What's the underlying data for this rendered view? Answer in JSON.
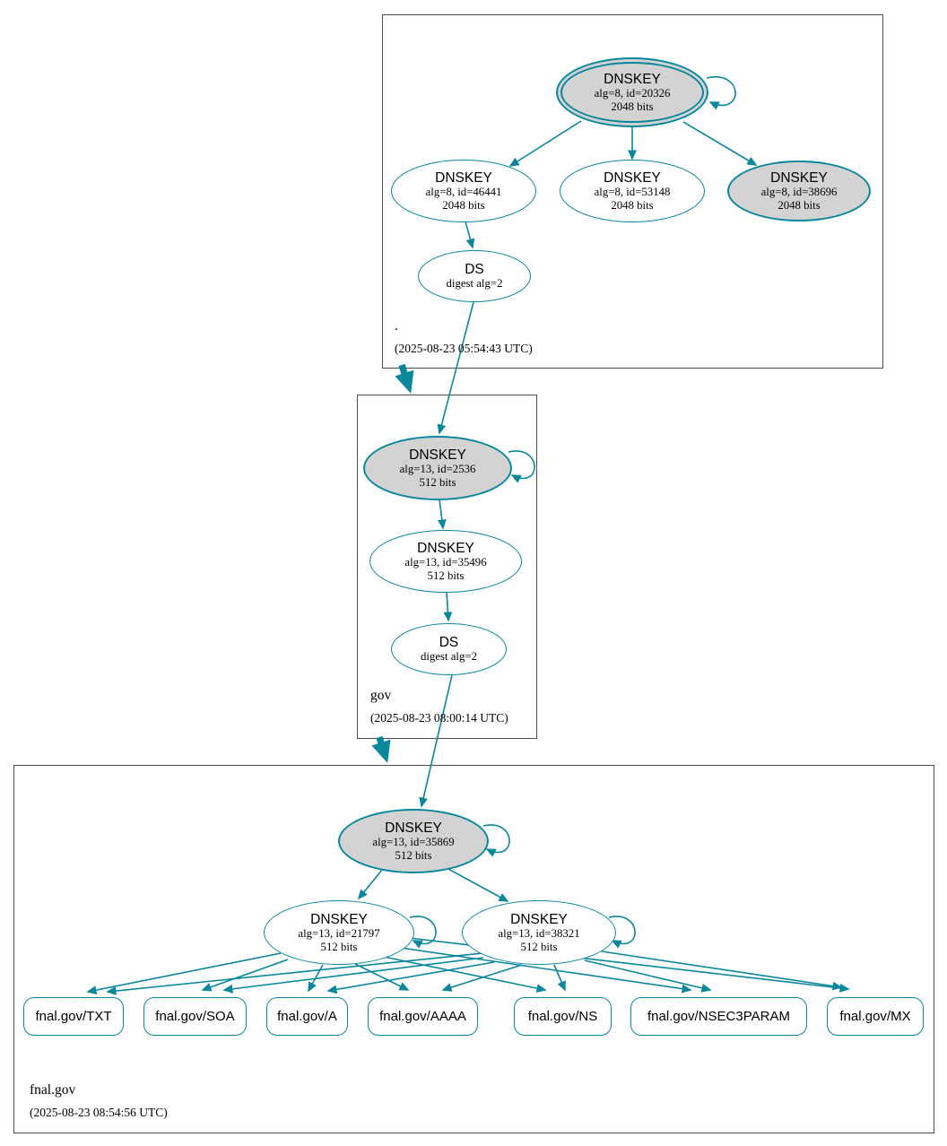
{
  "diagram": {
    "type": "dnssec-authentication-chain",
    "colors": {
      "edge_secure": "#0a879a",
      "node_fill_sep": "#d3d3d3",
      "node_fill": "#ffffff",
      "zone_box_border": "#4d4d4d"
    }
  },
  "zones": {
    "root": {
      "name": ".",
      "timestamp": "(2025-08-23 05:54:43 UTC)",
      "nodes": {
        "ksk": {
          "label": "DNSKEY",
          "detail": "alg=8, id=20326",
          "bits": "2048 bits"
        },
        "zsk1": {
          "label": "DNSKEY",
          "detail": "alg=8, id=46441",
          "bits": "2048 bits"
        },
        "zsk2": {
          "label": "DNSKEY",
          "detail": "alg=8, id=53148",
          "bits": "2048 bits"
        },
        "ksk2": {
          "label": "DNSKEY",
          "detail": "alg=8, id=38696",
          "bits": "2048 bits"
        },
        "ds": {
          "label": "DS",
          "detail": "digest alg=2"
        }
      }
    },
    "gov": {
      "name": "gov",
      "timestamp": "(2025-08-23 08:00:14 UTC)",
      "nodes": {
        "ksk": {
          "label": "DNSKEY",
          "detail": "alg=13, id=2536",
          "bits": "512 bits"
        },
        "zsk": {
          "label": "DNSKEY",
          "detail": "alg=13, id=35496",
          "bits": "512 bits"
        },
        "ds": {
          "label": "DS",
          "detail": "digest alg=2"
        }
      }
    },
    "fnal": {
      "name": "fnal.gov",
      "timestamp": "(2025-08-23 08:54:56 UTC)",
      "nodes": {
        "ksk": {
          "label": "DNSKEY",
          "detail": "alg=13, id=35869",
          "bits": "512 bits"
        },
        "zsk1": {
          "label": "DNSKEY",
          "detail": "alg=13, id=21797",
          "bits": "512 bits"
        },
        "zsk2": {
          "label": "DNSKEY",
          "detail": "alg=13, id=38321",
          "bits": "512 bits"
        }
      },
      "rrsets": [
        "fnal.gov/TXT",
        "fnal.gov/SOA",
        "fnal.gov/A",
        "fnal.gov/AAAA",
        "fnal.gov/NS",
        "fnal.gov/NSEC3PARAM",
        "fnal.gov/MX"
      ]
    }
  }
}
